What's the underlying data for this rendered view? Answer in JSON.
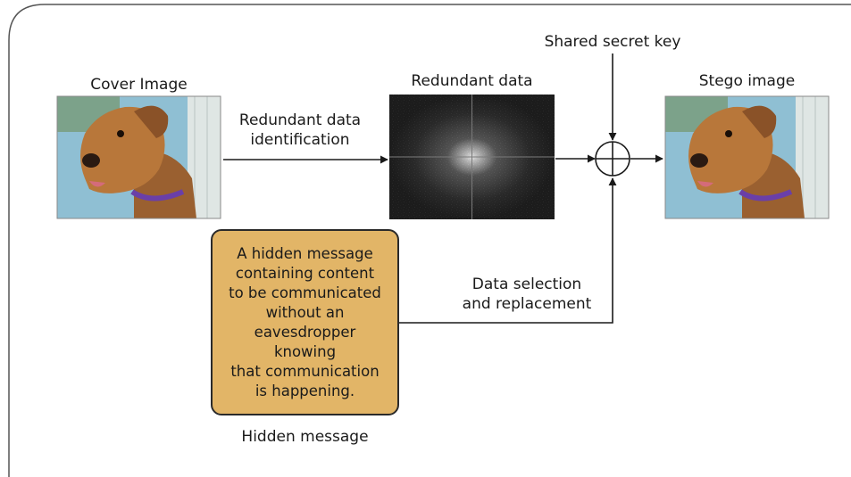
{
  "labels": {
    "cover_image": "Cover Image",
    "redundant_data": "Redundant data",
    "stego_image": "Stego image",
    "shared_secret_key": "Shared secret key",
    "redundant_identification": "Redundant data\nidentification",
    "data_selection": "Data selection\nand replacement",
    "hidden_message_caption": "Hidden message"
  },
  "hidden_message_text": "A hidden message\ncontaining content\nto be communicated\nwithout an\neavesdropper\nknowing\nthat communication\nis happening.",
  "colors": {
    "message_box_fill": "#e2b567",
    "stroke": "#1a1a1a",
    "photo_sky": "#8fbfd3",
    "dog_fur": "#b8773a",
    "collar": "#6a3fa8"
  },
  "icons": [
    "cover-dog-photo",
    "stego-dog-photo",
    "frequency-spectrum-image",
    "xor-combiner-icon"
  ]
}
